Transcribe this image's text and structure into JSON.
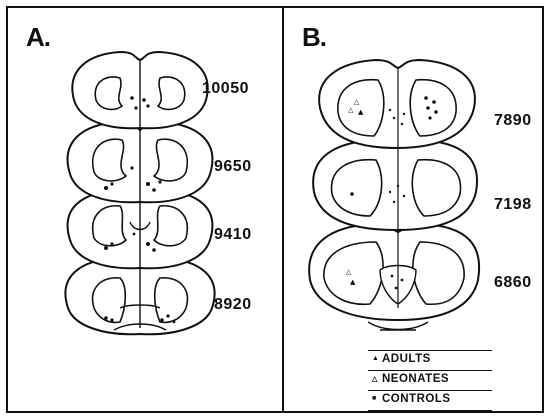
{
  "panel_a": {
    "label": "A.",
    "levels": [
      "10050",
      "9650",
      "9410",
      "8920"
    ]
  },
  "panel_b": {
    "label": "B.",
    "levels": [
      "7890",
      "7198",
      "6860"
    ]
  },
  "legend": {
    "items": [
      {
        "symbol": "▲",
        "label": "ADULTS"
      },
      {
        "symbol": "△",
        "label": "NEONATES"
      },
      {
        "symbol": "■",
        "label": "CONTROLS"
      }
    ]
  },
  "colors": {
    "ink": "#111111",
    "paper": "#ffffff"
  }
}
